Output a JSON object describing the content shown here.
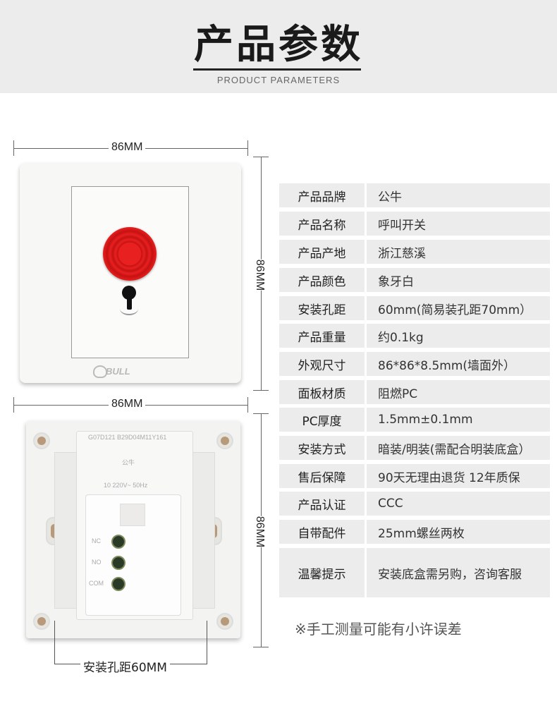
{
  "header": {
    "title": "产品参数",
    "subtitle": "PRODUCT PARAMETERS"
  },
  "dimensions": {
    "front_width": "86MM",
    "front_height": "86MM",
    "back_width": "86MM",
    "back_height": "86MM",
    "hole_spacing": "安装孔距60MM"
  },
  "product": {
    "logo_text": "BULL",
    "back_codes": "G07D121   B29D04M11Y161",
    "back_brand": "公牛",
    "back_rating": "10  220V~ 50Hz",
    "terminals": [
      "NC",
      "NO",
      "COM"
    ]
  },
  "specs": [
    {
      "label": "产品品牌",
      "value": "公牛"
    },
    {
      "label": "产品名称",
      "value": "呼叫开关"
    },
    {
      "label": "产品产地",
      "value": "浙江慈溪"
    },
    {
      "label": "产品颜色",
      "value": "象牙白"
    },
    {
      "label": "安装孔距",
      "value": "60mm(简易装孔距70mm）"
    },
    {
      "label": "产品重量",
      "value": "约0.1kg"
    },
    {
      "label": "外观尺寸",
      "value": "86*86*8.5mm(墙面外）"
    },
    {
      "label": "面板材质",
      "value": "阻燃PC"
    },
    {
      "label": "PC厚度",
      "value": "1.5mm±0.1mm"
    },
    {
      "label": "安装方式",
      "value": "暗装/明装(需配合明装底盒）"
    },
    {
      "label": "售后保障",
      "value": "90天无理由退货 12年质保"
    },
    {
      "label": "产品认证",
      "value": "CCC"
    },
    {
      "label": "自带配件",
      "value": "25mm螺丝两枚"
    },
    {
      "label": "温馨提示",
      "value": "安装底盒需另购，咨询客服"
    }
  ],
  "note": "※手工测量可能有小许误差"
}
